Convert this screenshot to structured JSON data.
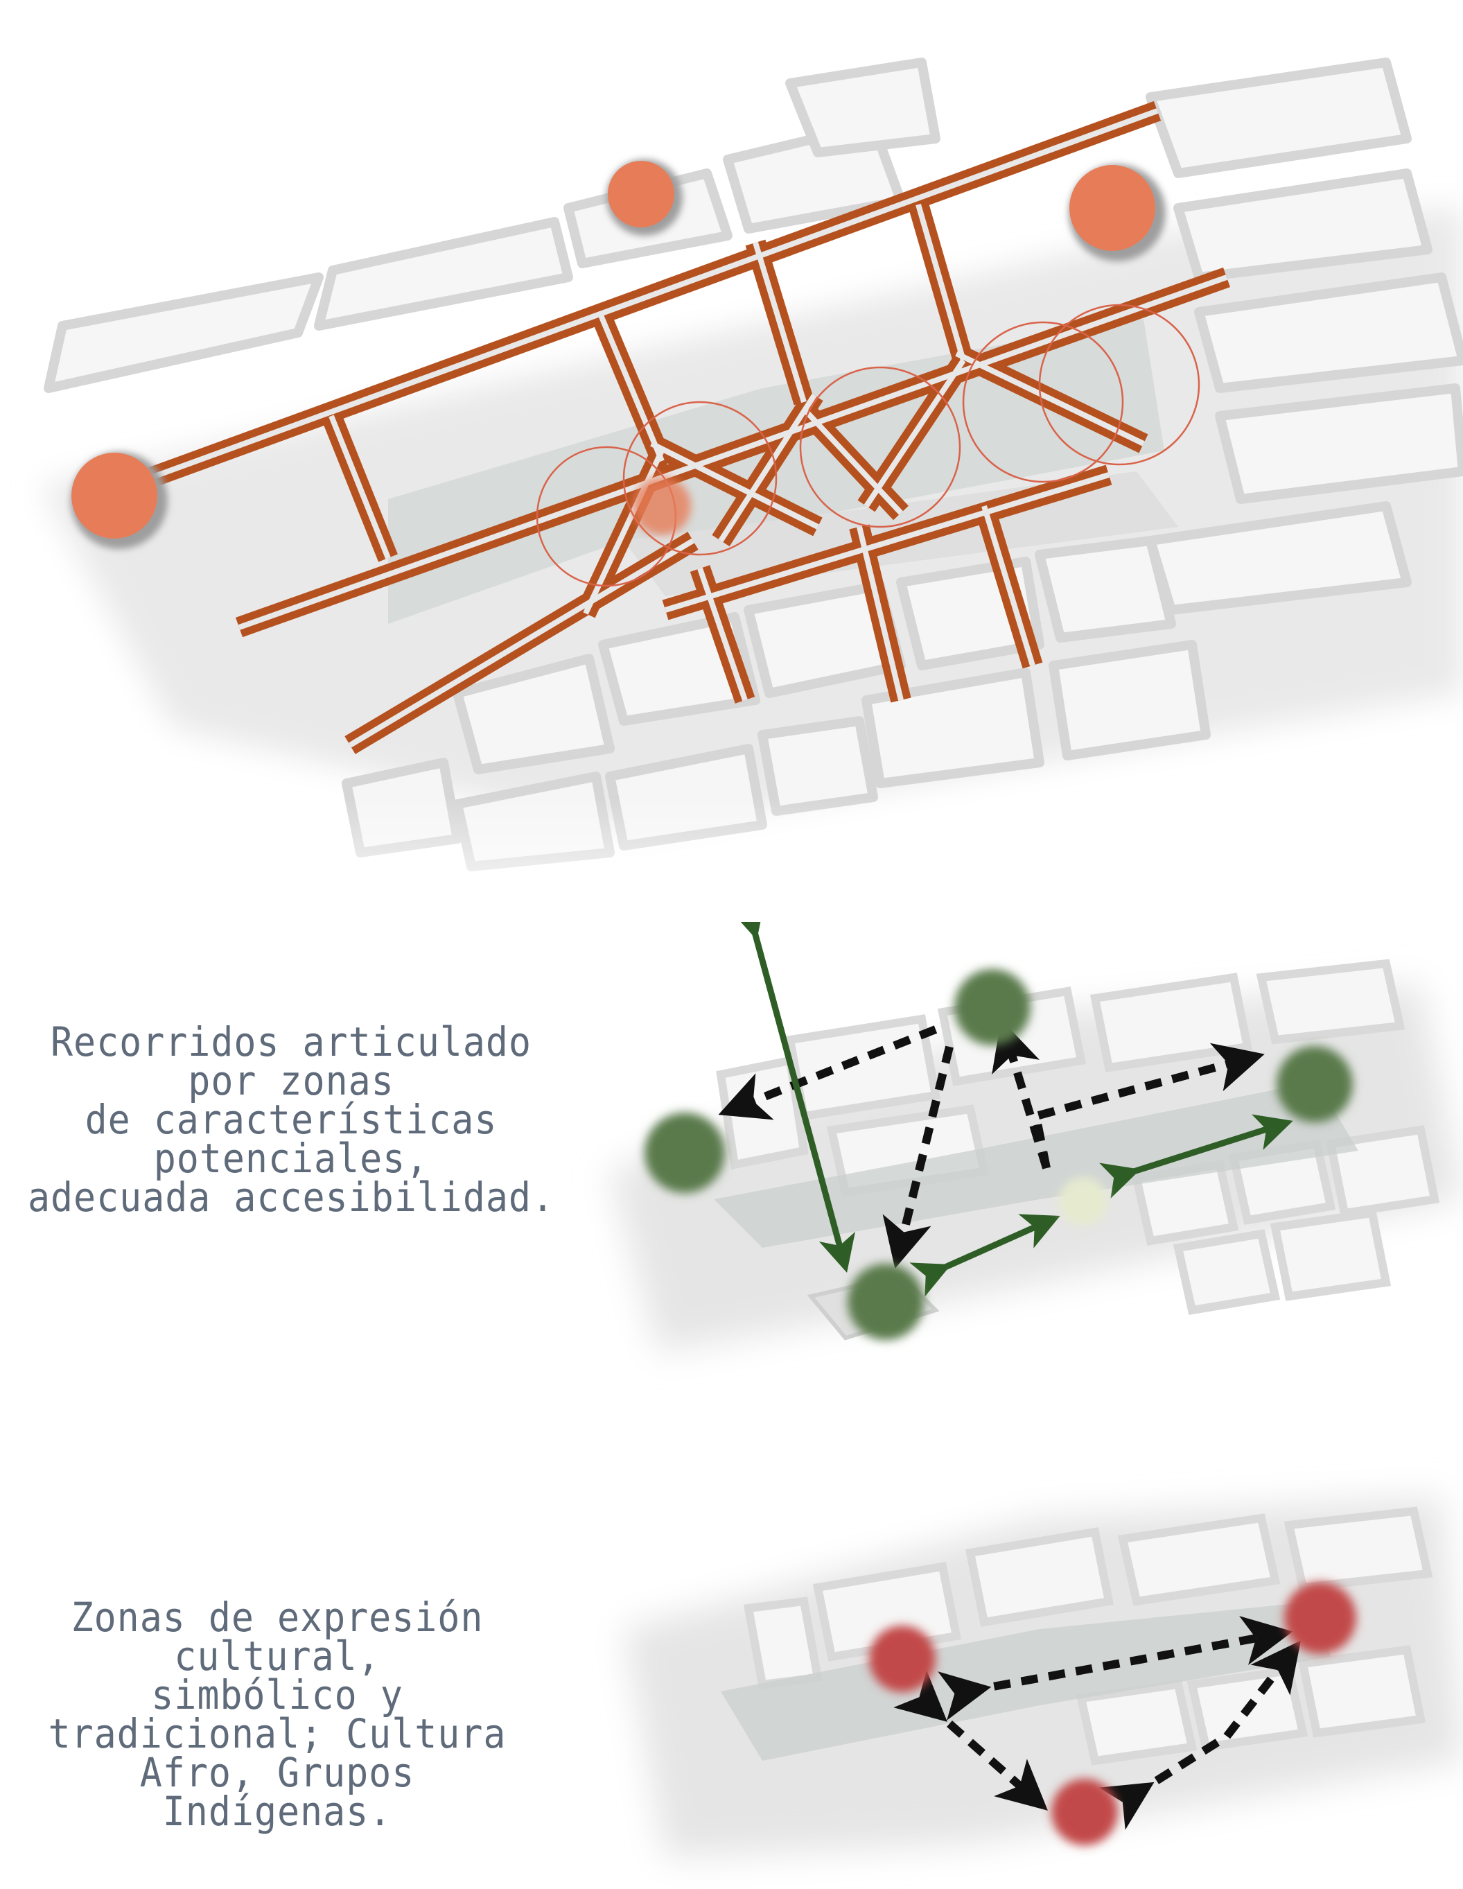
{
  "captions": {
    "recorridos": [
      "Recorridos articulado por zonas",
      "de características potenciales,",
      "adecuada accesibilidad."
    ],
    "zonas_culturales": [
      "Zonas de expresión cultural,",
      "simbólico y tradicional; Cultura",
      "Afro, Grupos Indígenas."
    ]
  },
  "colors": {
    "route": "#b5511f",
    "node_orange": "#e77d58",
    "node_green": "#5a7a4c",
    "node_red": "#c24a4a",
    "arrow_green": "#2e5e25",
    "arrow_black": "#111111",
    "caption": "#5f6b7a",
    "block_fill": "#f4f4f4",
    "street": "#d8d8d8",
    "zone": "#c6ccca"
  }
}
